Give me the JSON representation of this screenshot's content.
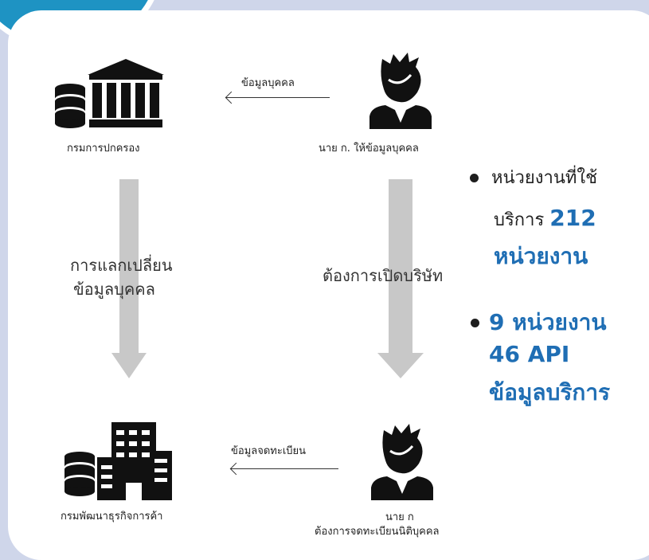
{
  "diagram": {
    "nodes": {
      "dopa": "กรมการปกครอง",
      "person1": "นาย ก. ให้ข้อมูลบุคคล",
      "dbd": "กรมพัฒนาธุรกิจการค้า",
      "person2_line1": "นาย ก",
      "person2_line2": "ต้องการจดทะเบียนนิติบุคคล"
    },
    "edges": {
      "top": "ข้อมูลบุคคล",
      "bottom": "ข้อมูลจดทะเบียน",
      "left_line1": "การแลกเปลี่ยน",
      "left_line2": "ข้อมูลบุคคล",
      "right": "ต้องการเปิดบริษัท"
    }
  },
  "stats": {
    "item1_line1": "หน่วยงานที่ใช้",
    "item1_line2_prefix": "บริการ ",
    "item1_number": "212",
    "item1_line3": "หน่วยงาน",
    "item2_line1": "9 หน่วยงาน",
    "item2_line2": "46 API",
    "item2_line3": "ข้อมูลบริการ"
  },
  "colors": {
    "accent_blue": "#1f6eb4",
    "circle_blue": "#1e93c3",
    "arrow_gray": "#c8c8c8"
  },
  "icons": [
    "database-icon",
    "government-building-icon",
    "person-icon",
    "office-building-icon"
  ]
}
